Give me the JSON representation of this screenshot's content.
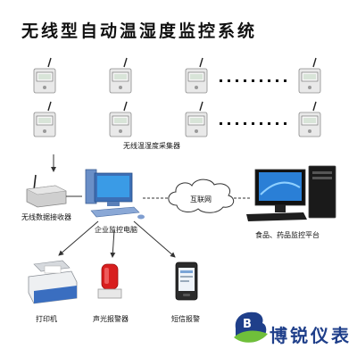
{
  "title": "无线型自动温湿度监控系统",
  "labels": {
    "collectors": "无线温湿度采集器",
    "receiver": "无线数据接收器",
    "pc": "企业监控电脑",
    "internet": "互联网",
    "platform": "食品、药品监控平台",
    "printer": "打印机",
    "alarm": "声光报警器",
    "sms": "短信报警"
  },
  "logo": {
    "mark": "B",
    "text": "博锐仪表"
  },
  "colors": {
    "logo_blue": "#1f3f8a",
    "logo_green": "#6fbf3a",
    "alarm_red": "#d81e1e",
    "screen_blue": "#2a7fd6"
  },
  "icons": [
    "sensor-device-icon",
    "receiver-device-icon",
    "pc-computer-icon",
    "internet-cloud-icon",
    "desktop-computer-icon",
    "printer-icon",
    "alarm-light-icon",
    "mobile-phone-icon"
  ]
}
